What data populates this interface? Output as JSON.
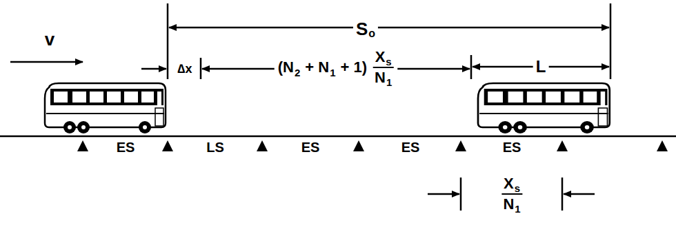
{
  "diagram": {
    "labels": [
      "v",
      "S",
      "o",
      "∆x",
      "(N",
      "2",
      "+ N",
      "1",
      "+ 1)",
      "X",
      "s",
      "N",
      "1",
      "L",
      "ES",
      "LS",
      "ES",
      "ES",
      "ES",
      "X",
      "s",
      "N",
      "1"
    ]
  }
}
